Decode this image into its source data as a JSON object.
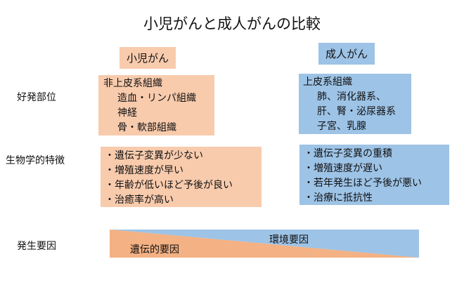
{
  "title": "小児がんと成人がんの比較",
  "columns": {
    "child": "小児がん",
    "adult": "成人がん"
  },
  "rows": {
    "site": "好発部位",
    "bio": "生物学的特徴",
    "cause": "発生要因"
  },
  "child_site": [
    "非上皮系組織",
    "造血・リンパ組織",
    "神経",
    "骨・軟部組織"
  ],
  "adult_site": [
    "上皮系組織",
    "肺、消化器系、",
    "肝、腎・泌尿器系",
    "子宮、乳腺"
  ],
  "child_bio": [
    "・遺伝子変異が少ない",
    "・増殖速度が早い",
    "・年齢が低いほど予後が良い",
    "・治癒率が高い"
  ],
  "adult_bio": [
    "・遺伝子変異の重積",
    "・増殖速度が遅い",
    "・若年発生ほど予後が悪い",
    "・治療に抵抗性"
  ],
  "causes": {
    "genetic": "遺伝的要因",
    "environmental": "環境要因"
  },
  "colors": {
    "child_fill": "#f8cbad",
    "adult_fill": "#9dc3e6",
    "genetic_fill": "#f4b183",
    "environmental_fill": "#9dc3e6"
  }
}
